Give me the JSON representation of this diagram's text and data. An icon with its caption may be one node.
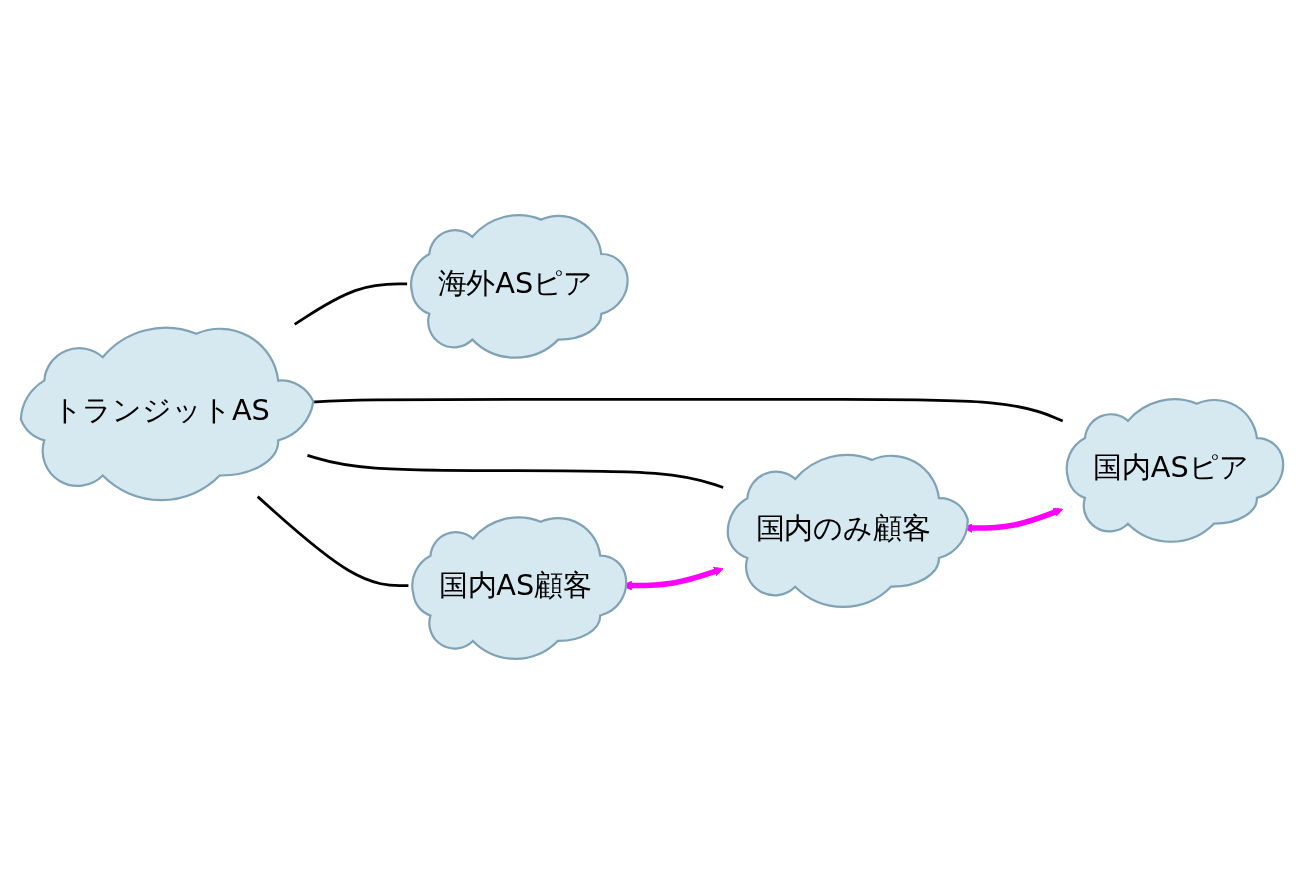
{
  "diagram": {
    "nodes": [
      {
        "text": [
          "海外ASピア"
        ]
      },
      {
        "text": [
          "トランジットAS"
        ]
      },
      {
        "text": [
          "国内AS顧客"
        ]
      },
      {
        "text": [
          "国内のみ顧客"
        ]
      },
      {
        "text": [
          "国内ASピア"
        ]
      }
    ],
    "edges": [
      {
        "from": 1,
        "to": 0,
        "arrow": "none"
      },
      {
        "from": 1,
        "to": 2,
        "arrow": "none"
      },
      {
        "from": 1,
        "to": 3,
        "arrow": "none"
      },
      {
        "from": 1,
        "to": 4,
        "arrow": "none"
      },
      {
        "from": 2,
        "to": 3,
        "arrow": "both",
        "style": "thick",
        "color": "#ff00ff"
      },
      {
        "from": 3,
        "to": 4,
        "arrow": "both",
        "style": "thick",
        "color": "#ff00ff"
      }
    ]
  }
}
